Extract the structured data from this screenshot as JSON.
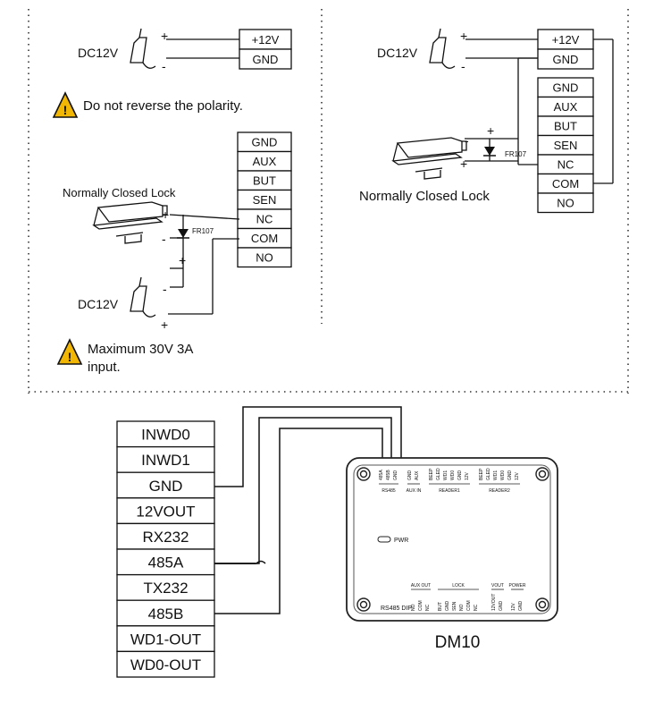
{
  "panel_top_left": {
    "supply_label": "DC12V",
    "plus": "+",
    "minus": "-",
    "terminals": [
      "+12V",
      "GND"
    ],
    "warning": "Do not reverse the polarity.",
    "lock_label": "Normally Closed Lock",
    "diode_label": "FR107",
    "lock_terminals": [
      "GND",
      "AUX",
      "BUT",
      "SEN",
      "NC",
      "COM",
      "NO"
    ],
    "supply2_label": "DC12V",
    "warning2_line1": "Maximum 30V 3A",
    "warning2_line2": "input."
  },
  "panel_top_right": {
    "supply_label": "DC12V",
    "plus": "+",
    "minus": "-",
    "terminals": [
      "+12V",
      "GND"
    ],
    "lock_terminals": [
      "GND",
      "AUX",
      "BUT",
      "SEN",
      "NC",
      "COM",
      "NO"
    ],
    "diode_label": "FR107",
    "lock_label": "Normally Closed Lock"
  },
  "bottom": {
    "terminals": [
      "INWD0",
      "INWD1",
      "GND",
      "12VOUT",
      "RX232",
      "485A",
      "TX232",
      "485B",
      "WD1-OUT",
      "WD0-OUT"
    ],
    "device_name": "DM10",
    "pwr_label": "PWR",
    "top_groups": [
      "RS485",
      "AUX IN",
      "READER1",
      "READER2"
    ],
    "top_pins": {
      "rs485": [
        "485A",
        "485B",
        "GND"
      ],
      "auxin": [
        "GND",
        "AUX"
      ],
      "reader1": [
        "BEEP",
        "GLED",
        "WD1",
        "WD0",
        "GND",
        "12V"
      ],
      "reader2": [
        "BEEP",
        "GLED",
        "WD1",
        "WD0",
        "GND",
        "12V"
      ]
    },
    "bottom_groups": [
      "AUX OUT",
      "LOCK",
      "VOUT",
      "POWER"
    ],
    "bottom_pins": {
      "auxout": [
        "NO",
        "COM",
        "NC"
      ],
      "lock": [
        "BUT",
        "GND",
        "SEN",
        "NO",
        "COM",
        "NC"
      ],
      "vout": [
        "12VOUT",
        "GND"
      ],
      "power": [
        "12V",
        "GND"
      ]
    },
    "dip_label": "RS485 DIP"
  }
}
